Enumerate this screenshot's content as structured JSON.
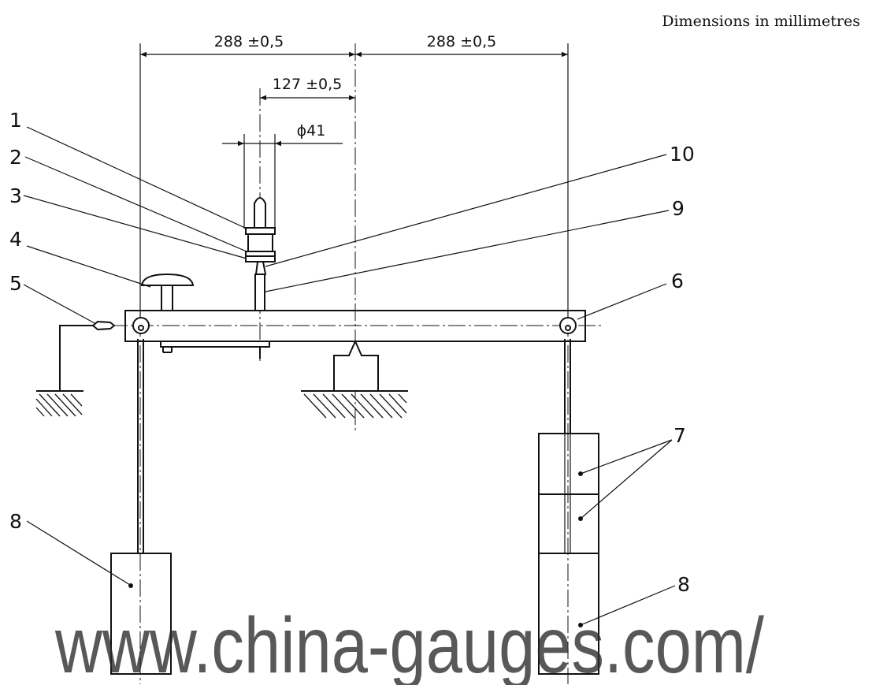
{
  "units_note": "Dimensions in millimetres",
  "dimensions": {
    "left_span": "288  ±0,5",
    "right_span": "288  ±0,5",
    "offset": "127  ±0,5",
    "diameter": "ϕ41"
  },
  "callouts": {
    "c1": "1",
    "c2": "2",
    "c3": "3",
    "c4": "4",
    "c5": "5",
    "c6": "6",
    "c7": "7",
    "c8_left": "8",
    "c8_right": "8",
    "c9": "9",
    "c10": "10"
  },
  "watermark": "www.china-gauges.com/"
}
